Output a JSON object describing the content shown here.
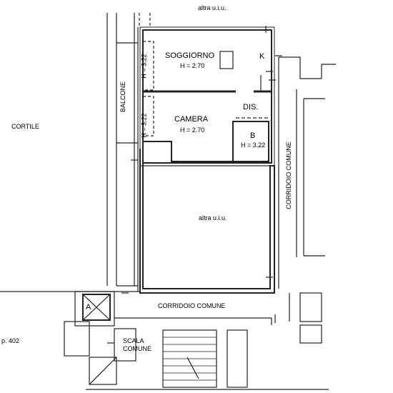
{
  "labels": {
    "top_unit": "altra u.i.u.",
    "soggiorno": "SOGGIORNO",
    "soggiorno_h": "H = 2.70",
    "k": "K",
    "dis": "DIS.",
    "camera": "CAMERA",
    "camera_h": "H = 2.70",
    "bagno": "B",
    "bagno_h": "H = 3.22",
    "balcone": "BALCONE",
    "balcone_h1": "H = 3.22",
    "balcone_h2": "H = 3.22",
    "cortile": "CORTILE",
    "corridoio_vert": "CORRIDOIO COMUNE",
    "middle_unit": "altra u.i.u.",
    "corridoio_horiz": "CORRIDOIO COMUNE",
    "lift": "A",
    "scala_1": "SCALA",
    "scala_2": "COMUNE",
    "particella": "p. 402"
  }
}
